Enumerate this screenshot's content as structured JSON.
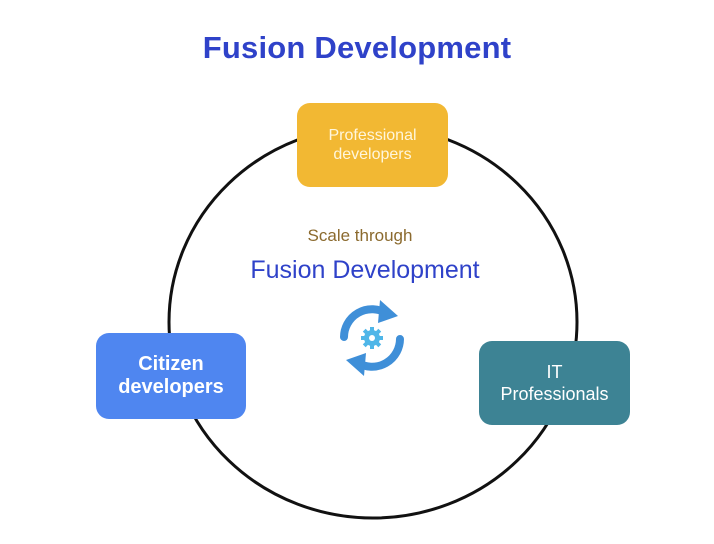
{
  "title": "Fusion Development",
  "center": {
    "subtitle": "Scale through",
    "title": "Fusion Development"
  },
  "nodes": {
    "professional": "Professional\ndevelopers",
    "citizen": "Citizen\ndevelopers",
    "it": "IT\nProfessionals"
  },
  "icons": {
    "cycle": "refresh-cycle-icon",
    "gear": "gear-icon"
  },
  "colors": {
    "title": "#2f42c9",
    "subtitle": "#8b6a2e",
    "professional": "#f2b833",
    "citizen": "#4f86f0",
    "it": "#3d8394",
    "ring": "#111111",
    "cycle": "#3f8fd8"
  }
}
